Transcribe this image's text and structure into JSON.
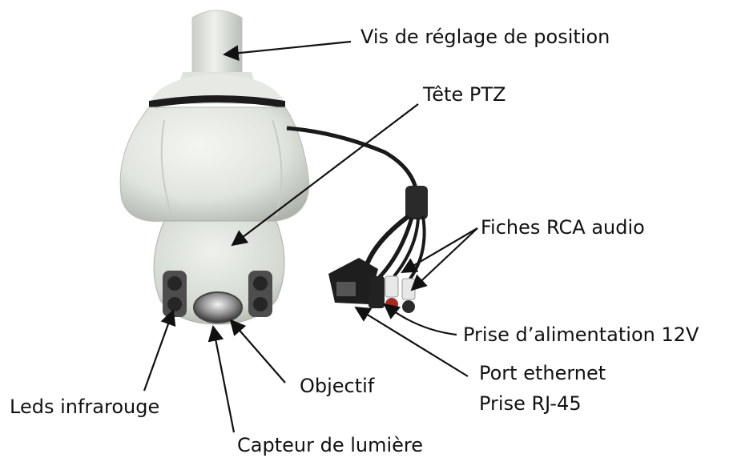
{
  "diagram": {
    "labels": {
      "vis_reglage": "Vis de réglage de position",
      "tete_ptz": "Tête PTZ",
      "fiches_rca": "Fiches RCA audio",
      "prise_alim": "Prise d’alimentation 12V",
      "port_ethernet": "Port ethernet",
      "prise_rj45": "Prise RJ-45",
      "objectif": "Objectif",
      "leds_ir": "Leds infrarouge",
      "capteur_lumiere": "Capteur de lumière"
    }
  },
  "colors": {
    "background": "#ffffff",
    "housing": "#e4e8e3",
    "housing_shadow": "#b9beb8",
    "dark_band": "#1c1c1c",
    "cable": "#1a1a1a",
    "arrow": "#111111",
    "text": "#111111"
  }
}
